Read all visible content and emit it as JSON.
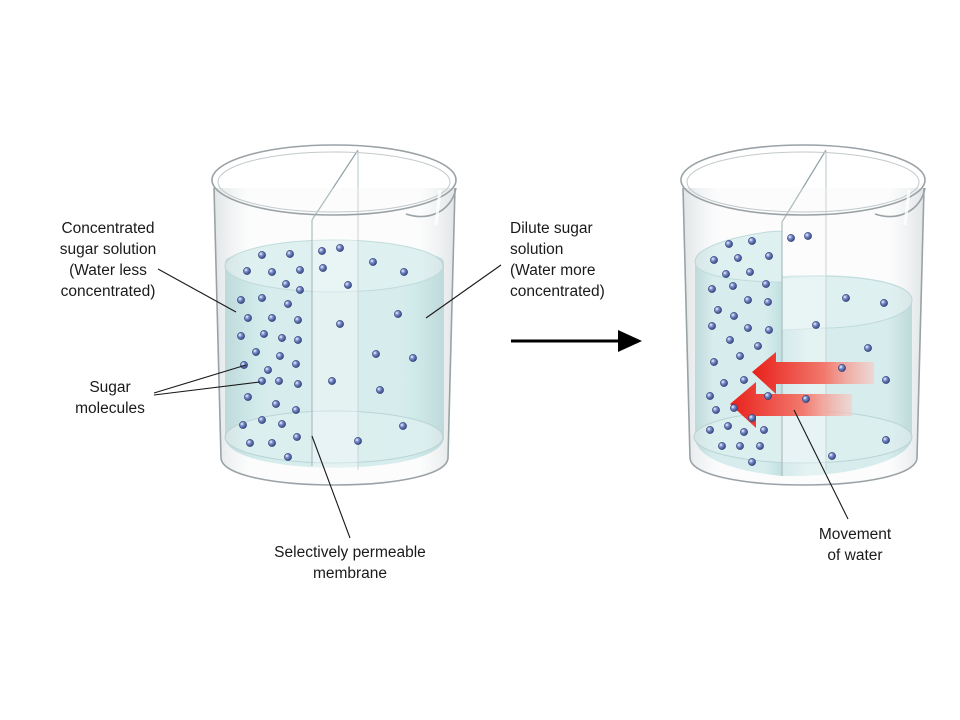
{
  "labels": {
    "concentrated": [
      "Concentrated",
      "sugar solution",
      "(Water less",
      "concentrated)"
    ],
    "dilute": [
      "Dilute sugar",
      "solution",
      "(Water more",
      "concentrated)"
    ],
    "sugar_molecules": [
      "Sugar",
      "molecules"
    ],
    "membrane": [
      "Selectively permeable",
      "membrane"
    ],
    "movement": [
      "Movement",
      "of water"
    ]
  },
  "colors": {
    "liquid": "#bfe4e4",
    "glass_edge": "#9aa2a6",
    "molecule": "#4a5e9e",
    "arrow": "#ee2a22",
    "process_arrow": "#000000"
  }
}
